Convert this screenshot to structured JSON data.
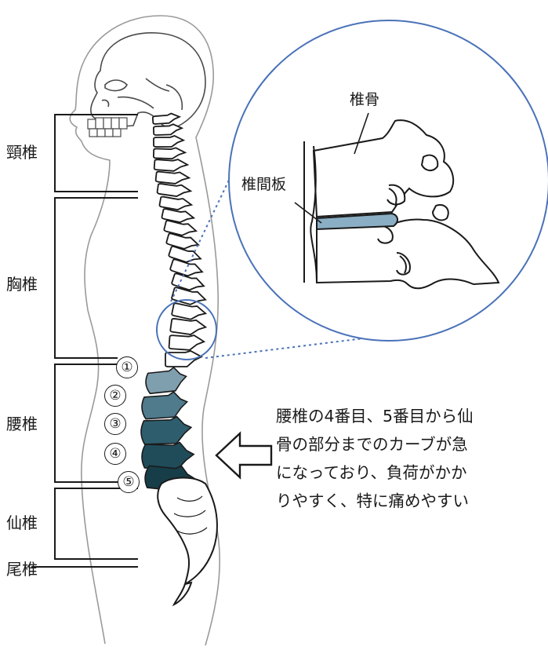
{
  "regions": {
    "cervical": "頸椎",
    "thoracic": "胸椎",
    "lumbar": "腰椎",
    "sacrum": "仙椎",
    "coccyx": "尾椎"
  },
  "callouts": {
    "vertebra": "椎骨",
    "disc": "椎間板"
  },
  "lumbar_numbers": [
    "①",
    "②",
    "③",
    "④",
    "⑤"
  ],
  "note_lines": [
    "腰椎の4番目、5番目から仙",
    "骨の部分までのカーブが急",
    "になっており、負荷がかか",
    "りやすく、特に痛めやすい"
  ],
  "colors": {
    "magnifier_ring": "#4a72b8",
    "disc_fill": "#8aaec4",
    "lumbar_shades": [
      "#7f9fae",
      "#4f7b8c",
      "#2e5e6e",
      "#204c5a",
      "#173d48"
    ]
  }
}
